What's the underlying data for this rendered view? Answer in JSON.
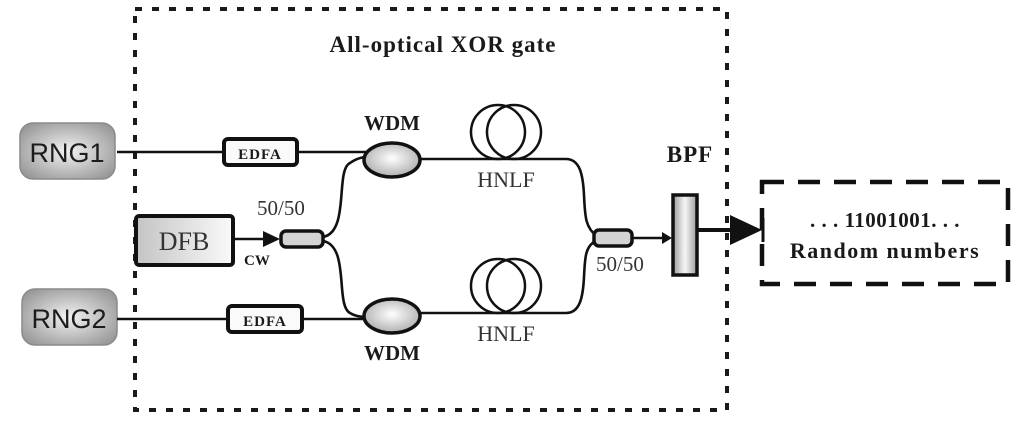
{
  "diagram": {
    "title": "All-optical XOR gate",
    "sources": {
      "rng1": "RNG1",
      "rng2": "RNG2",
      "dfb": "DFB",
      "cw": "CW"
    },
    "components": {
      "edfa_top": "EDFA",
      "edfa_bottom": "EDFA",
      "wdm_top": "WDM",
      "wdm_bottom": "WDM",
      "hnlf_top": "HNLF",
      "hnlf_bottom": "HNLF",
      "coupler_in": "50/50",
      "coupler_out": "50/50",
      "bpf": "BPF"
    },
    "output": {
      "bits": ". . . 11001001. . .",
      "label": "Random numbers"
    },
    "colors": {
      "line": "#111111",
      "fill_gray": "#b5b5b5",
      "fill_light": "#f4f4f4"
    }
  }
}
